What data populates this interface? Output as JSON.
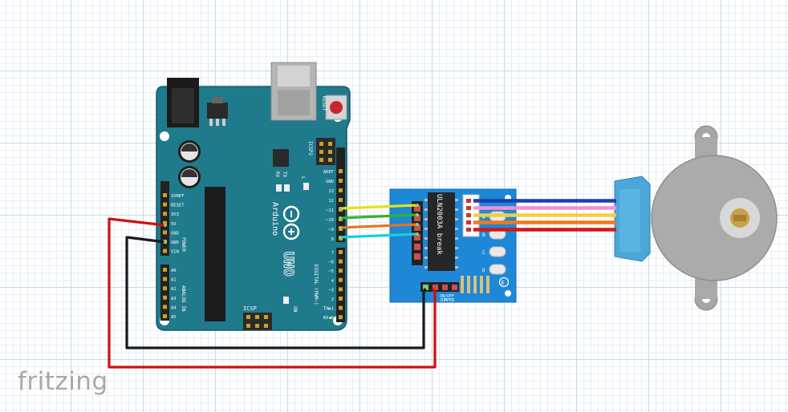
{
  "app": {
    "brand": "fritzing"
  },
  "arduino": {
    "reset": "RESET",
    "icsp2": "ICSP2",
    "icsp": "ICSP",
    "tx": "TX",
    "rx": "RX",
    "l": "L",
    "on": "ON",
    "brand": "Arduino",
    "model": "UNO",
    "power": "POWER",
    "analog": "ANALOG IN",
    "digital": "DIGITAL (PWM~)",
    "power_pins": [
      "IOREF",
      "RESET",
      "3V3",
      "5V",
      "GND",
      "GND",
      "VIN"
    ],
    "analog_pins": [
      "A0",
      "A1",
      "A2",
      "A3",
      "A4",
      "A5"
    ],
    "digital_top": [
      "AREF",
      "GND",
      "13",
      "12",
      "~11",
      "~10",
      "~9",
      "8"
    ],
    "digital_bottom": [
      "7",
      "~6",
      "~5",
      "4",
      "~3",
      "2",
      "TX▶1",
      "RX◀0"
    ]
  },
  "driver": {
    "chip": "ULN2003A break",
    "jumper": "ON/OFF\nJUMPER",
    "led_labels": [
      "A",
      "B",
      "C",
      "D"
    ]
  },
  "wire_colors": {
    "power": "#cc1111",
    "ground": "#1a1a1a",
    "in1": "#e8e01a",
    "in2": "#2db52d",
    "in3": "#e07820",
    "in4": "#1ad0d0",
    "motor": [
      "#1a3fb0",
      "#f090d8",
      "#f0d040",
      "#f07820",
      "#d01818"
    ]
  }
}
